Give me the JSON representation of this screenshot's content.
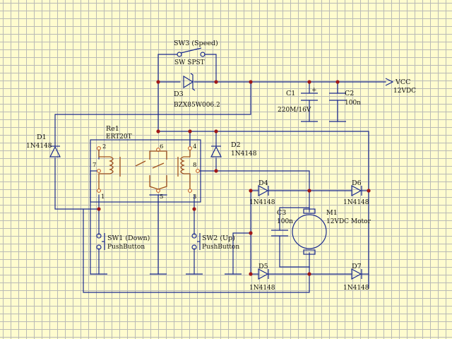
{
  "components": {
    "sw3": {
      "ref": "SW3 (Speed)",
      "value": "SW SPST"
    },
    "d3": {
      "ref": "D3",
      "value": "BZX85W006.2"
    },
    "c1": {
      "ref": "C1",
      "value": "220M/16V",
      "polarity": "+"
    },
    "c2": {
      "ref": "C2",
      "value": "100n"
    },
    "vcc": {
      "ref": "VCC",
      "value": "12VDC"
    },
    "re1": {
      "ref": "Re1",
      "value": "ERT20T",
      "pins": [
        "2",
        "6",
        "4",
        "7",
        "8",
        "1",
        "5",
        "3"
      ]
    },
    "d1": {
      "ref": "D1",
      "value": "1N4148"
    },
    "d2": {
      "ref": "D2",
      "value": "1N4148"
    },
    "d4": {
      "ref": "D4",
      "value": "1N4148"
    },
    "d5": {
      "ref": "D5",
      "value": "1N4148"
    },
    "d6": {
      "ref": "D6",
      "value": "1N4148"
    },
    "d7": {
      "ref": "D7",
      "value": "1N4148"
    },
    "c3": {
      "ref": "C3",
      "value": "100n"
    },
    "m1": {
      "ref": "M1",
      "value": "12VDC Motor"
    },
    "sw1": {
      "ref": "SW1 (Down)",
      "value": "PushButton"
    },
    "sw2": {
      "ref": "SW2 (Up)",
      "value": "PushButton"
    }
  },
  "colors": {
    "background": "#fffccf",
    "grid": "#b9bab6",
    "wire": "#1a2a8f",
    "junction": "#a01818",
    "coil": "#a0521e",
    "text": "#111111"
  }
}
